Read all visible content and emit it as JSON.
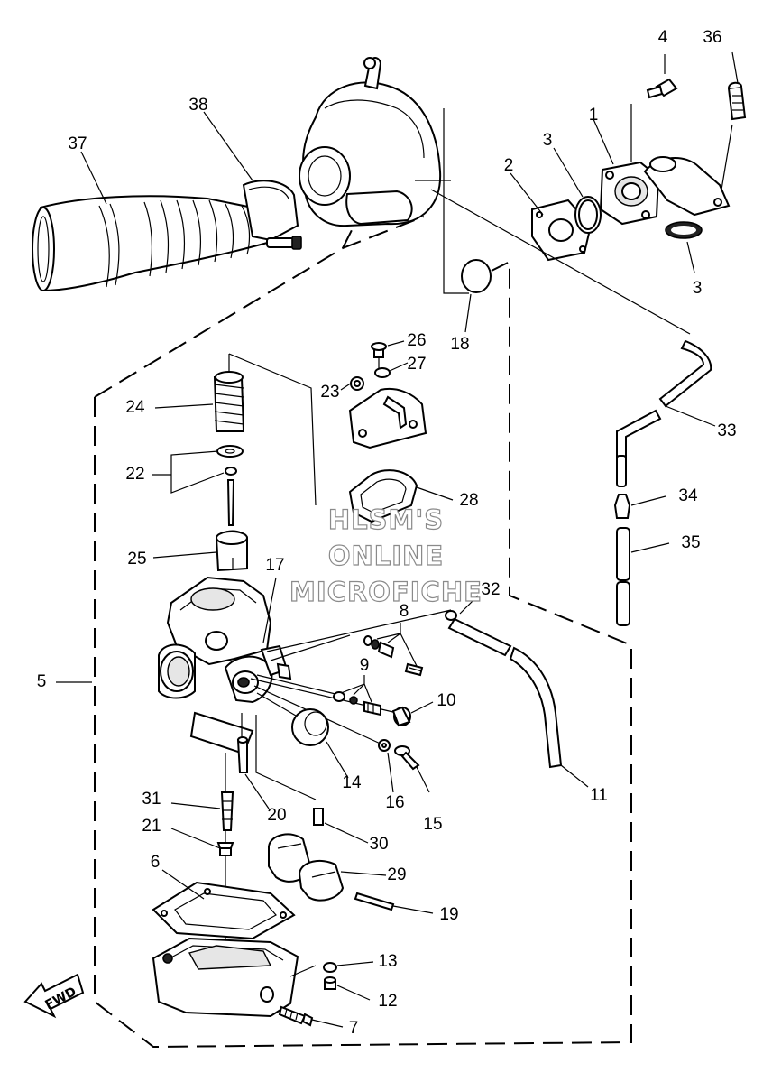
{
  "parts": {
    "p1": "1",
    "p2": "2",
    "p3a": "3",
    "p3b": "3",
    "p4": "4",
    "p5": "5",
    "p6": "6",
    "p7": "7",
    "p8": "8",
    "p9": "9",
    "p10": "10",
    "p11": "11",
    "p12": "12",
    "p13": "13",
    "p14": "14",
    "p15": "15",
    "p16": "16",
    "p17": "17",
    "p18": "18",
    "p19": "19",
    "p20": "20",
    "p21": "21",
    "p22": "22",
    "p23": "23",
    "p24": "24",
    "p25": "25",
    "p26": "26",
    "p27": "27",
    "p28": "28",
    "p29": "29",
    "p30": "30",
    "p31": "31",
    "p32": "32",
    "p33": "33",
    "p34": "34",
    "p35": "35",
    "p36": "36",
    "p37": "37",
    "p38": "38"
  },
  "watermark": {
    "line1": "HLSM'S",
    "line2": "ONLINE",
    "line3": "MICROFICHE"
  },
  "fwd_label": "FWD",
  "colors": {
    "ink": "#000000",
    "paper": "#ffffff",
    "watermark_outline": "#8a8a8a"
  }
}
